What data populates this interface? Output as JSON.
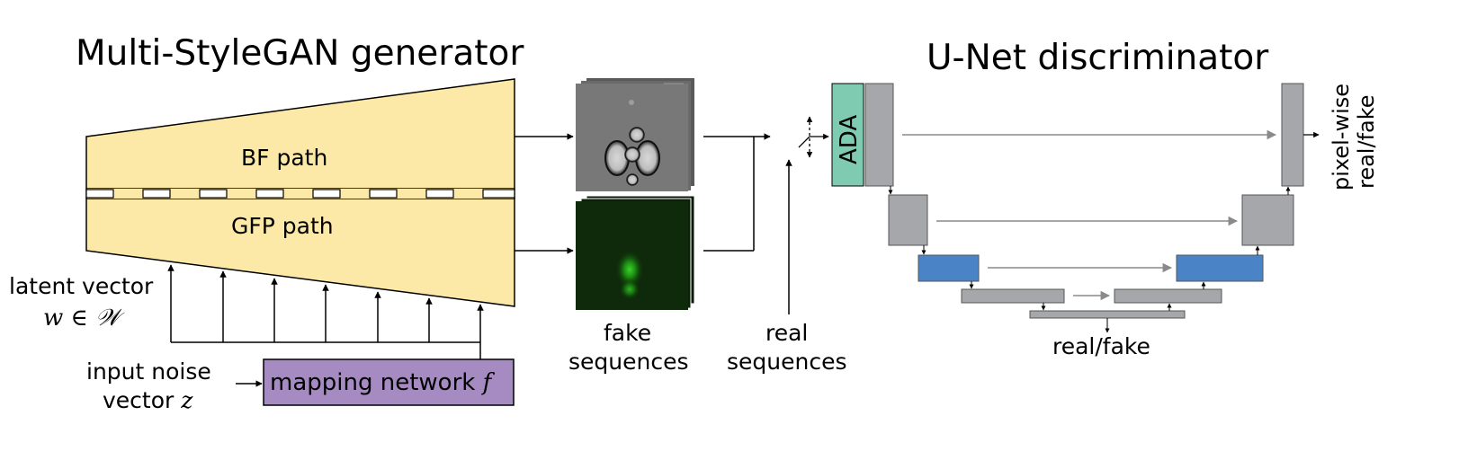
{
  "generator": {
    "title": "Multi-StyleGAN generator",
    "bf_path_label": "BF path",
    "gfp_path_label": "GFP path",
    "latent_label": "latent vector",
    "latent_math": "w ∈ 𝒲",
    "noise_label_line1": "input noise",
    "noise_label_line2": "vector ",
    "noise_var": "z",
    "mapping_label": "mapping network ",
    "mapping_var": "f"
  },
  "sequences": {
    "fake_line1": "fake",
    "fake_line2": "sequences",
    "real_line1": "real",
    "real_line2": "sequences"
  },
  "discriminator": {
    "title": "U-Net discriminator",
    "ada_label": "ADA",
    "output_label": "real/fake",
    "pixelwise_line1": "pixel-wise",
    "pixelwise_line2": "real/fake"
  },
  "colors": {
    "generator_fill": "#fde9a7",
    "mapping_fill": "#a68bc3",
    "ada_fill": "#7fcbb2",
    "block_gray": "#a5a7ab",
    "block_blue": "#4b84c6",
    "skip_arrow": "#8a8a8a",
    "gfp_green": "#1f7a12"
  }
}
